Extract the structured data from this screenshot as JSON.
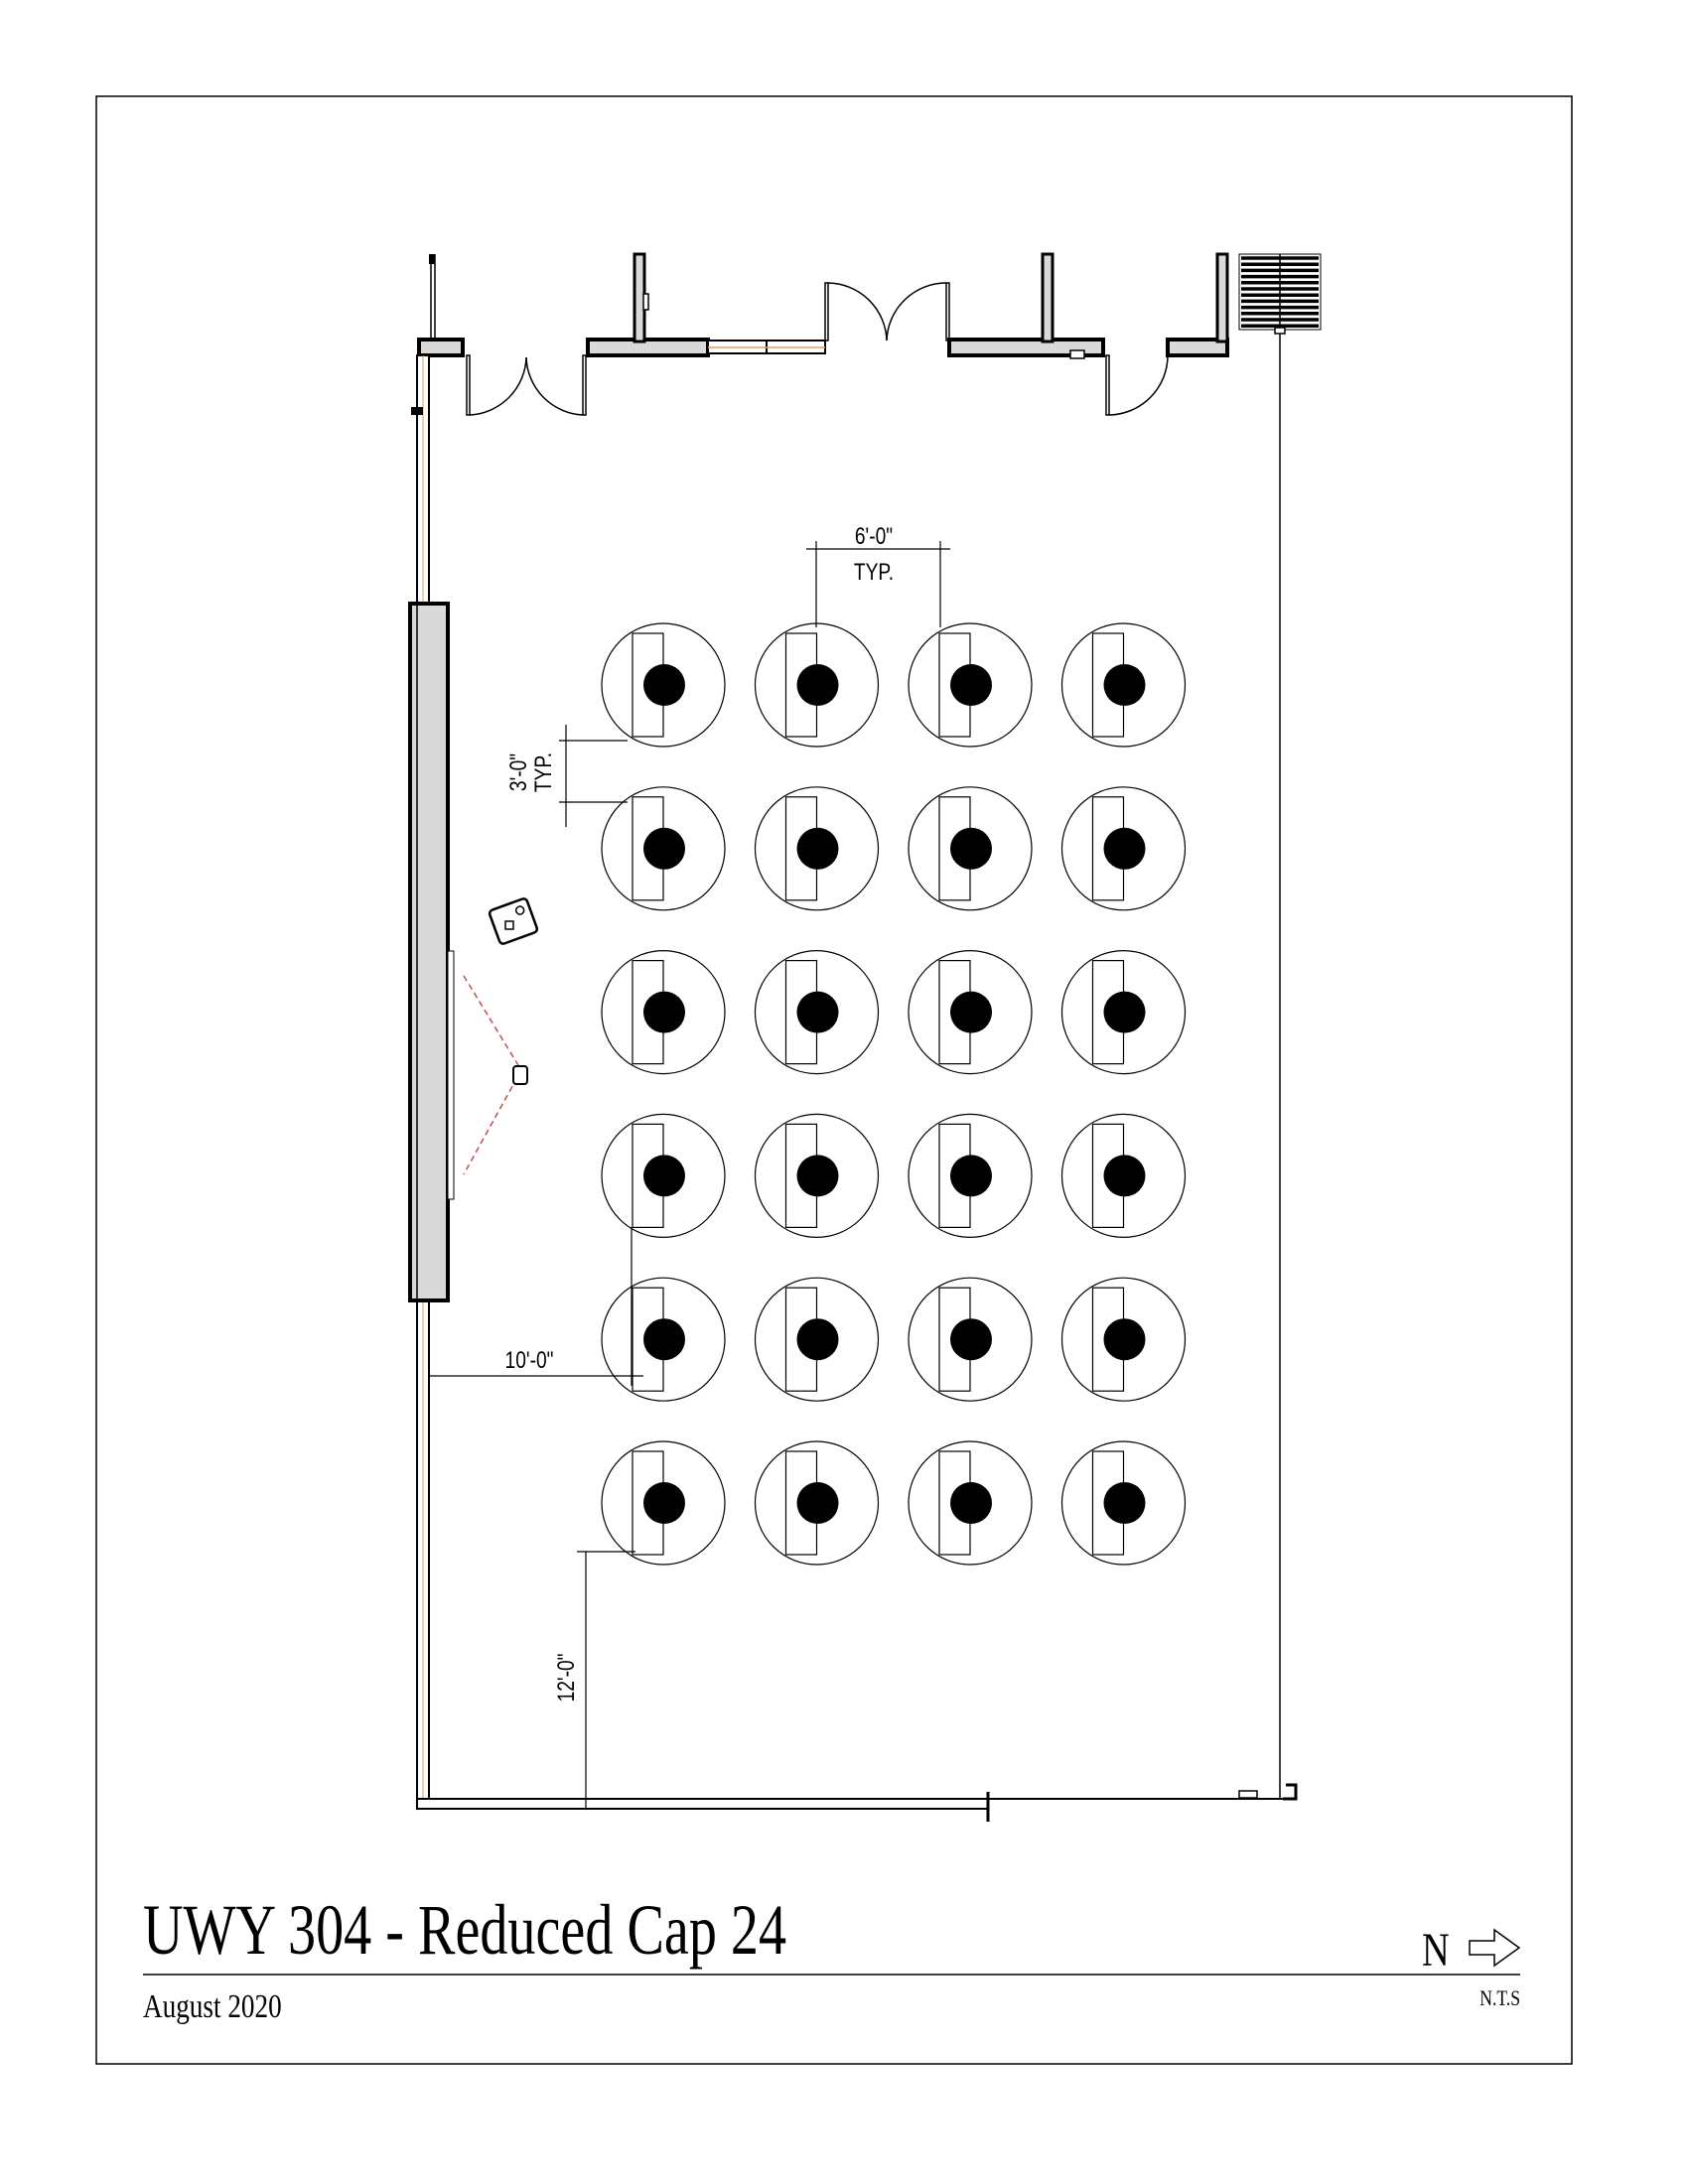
{
  "title": "UWY 304 - Reduced Cap 24",
  "date": "August 2020",
  "north_label": "N",
  "scale_note": "N.T.S",
  "dimensions": {
    "seat_spacing": "6'-0\"",
    "seat_spacing_note": "TYP.",
    "row_spacing": "3'-0\"",
    "row_spacing_note": "TYP.",
    "front_clearance": "10'-0\"",
    "rear_clearance": "12'-0\""
  },
  "seating": {
    "rows": 6,
    "cols": 4
  },
  "colors": {
    "line": "#000000",
    "wall_fill": "#d9d9d9",
    "projection": "#c0504d",
    "window": "#d9a066"
  }
}
